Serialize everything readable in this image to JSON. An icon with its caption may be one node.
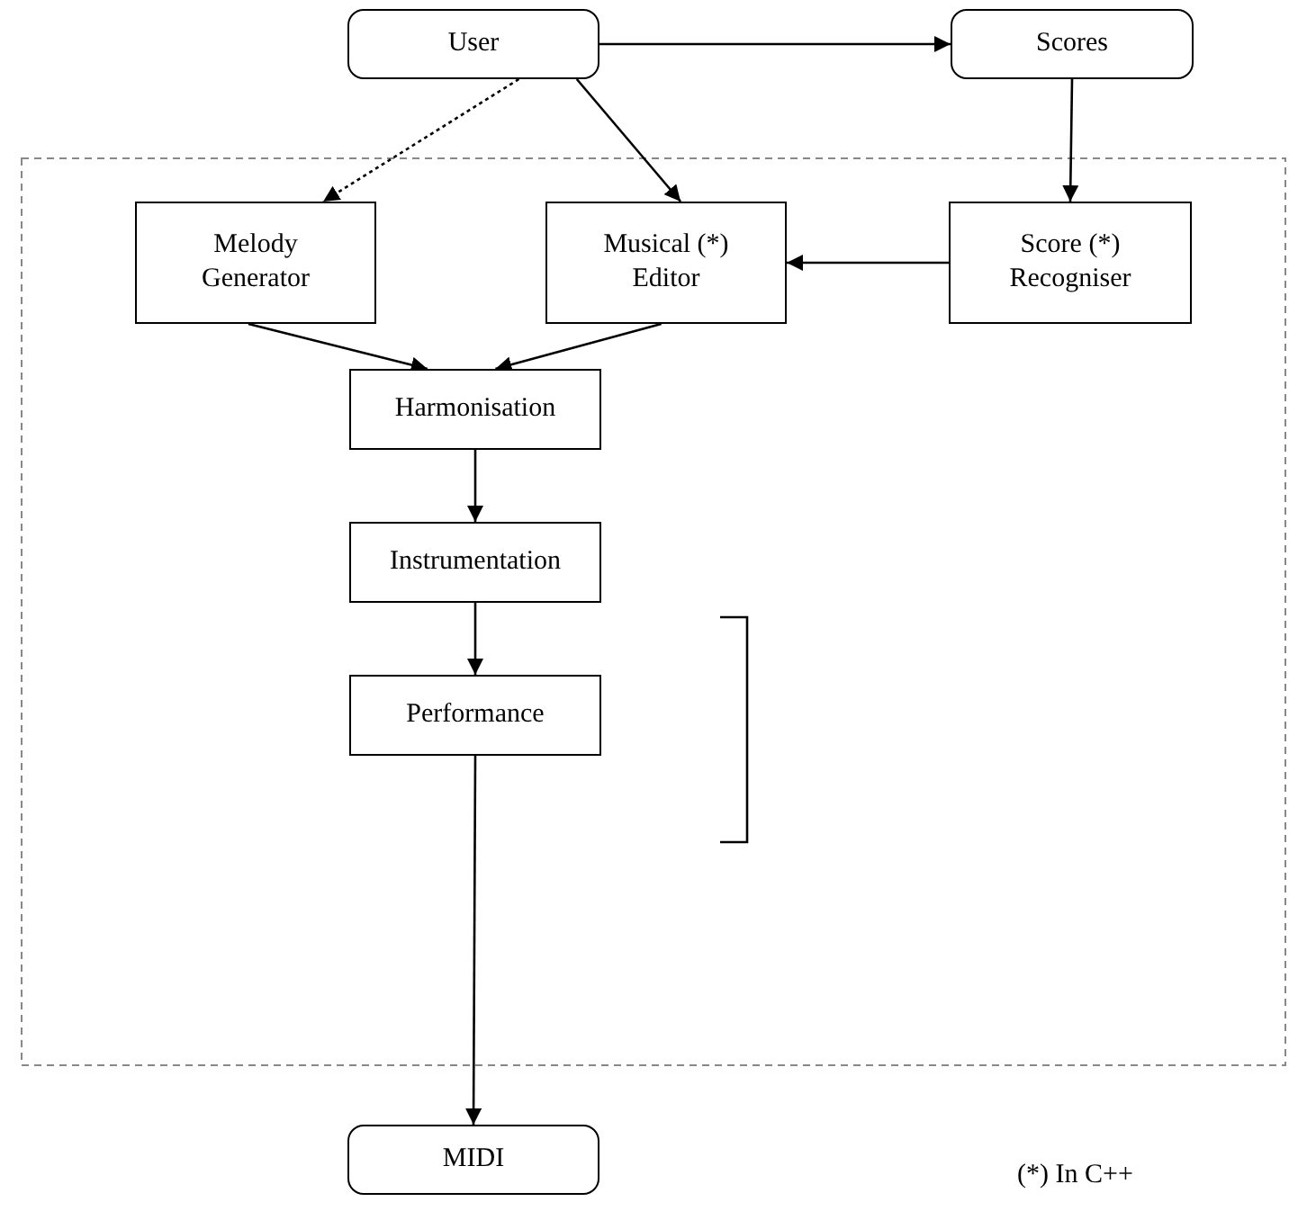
{
  "diagram": {
    "nodes": [
      {
        "text": [
          "User"
        ]
      },
      {
        "text": [
          "Scores"
        ]
      },
      {
        "text": [
          "Melody Generator"
        ]
      },
      {
        "text": [
          "Musical (*) Editor"
        ]
      },
      {
        "text": [
          "Score (*) Recogniser"
        ]
      },
      {
        "text": [
          "Harmonisation"
        ]
      },
      {
        "text": [
          "Instrumentation"
        ]
      },
      {
        "text": [
          "Performance"
        ]
      },
      {
        "text": [
          "MIDI"
        ]
      }
    ],
    "edges": [
      {
        "from": 0,
        "to": 1,
        "arrow": "to"
      },
      {
        "from": 0,
        "to": 2,
        "arrow": "to",
        "style": "dashed"
      },
      {
        "from": 0,
        "to": 3,
        "arrow": "to"
      },
      {
        "from": 1,
        "to": 4,
        "arrow": "to"
      },
      {
        "from": 4,
        "to": 3,
        "arrow": "to"
      },
      {
        "from": 2,
        "to": 5,
        "arrow": "to"
      },
      {
        "from": 3,
        "to": 5,
        "arrow": "to"
      },
      {
        "from": 5,
        "to": 6,
        "arrow": "to"
      },
      {
        "from": 6,
        "to": 7,
        "arrow": "to"
      },
      {
        "from": 7,
        "to": 8,
        "arrow": "to"
      }
    ],
    "labels": [
      "(*) In C++"
    ]
  }
}
